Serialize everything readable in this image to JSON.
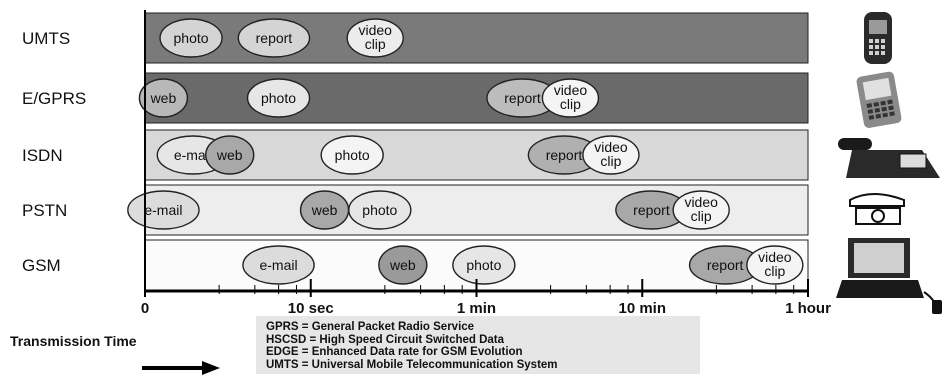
{
  "rows": [
    {
      "label": "UMTS",
      "fill": "#7a7a7a",
      "bubbles": [
        {
          "text": [
            "photo"
          ],
          "color": "#d4d4d4",
          "offset": 0.5
        },
        {
          "text": [
            "report"
          ],
          "color": "#d4d4d4",
          "offset": 1.4
        },
        {
          "text": [
            "video",
            "clip"
          ],
          "color": "#ececec",
          "offset": 2.5
        }
      ]
    },
    {
      "label": "E/GPRS",
      "fill": "#6a6a6a",
      "bubbles": [
        {
          "text": [
            "web"
          ],
          "color": "#b8b8b8",
          "offset": 0.2
        },
        {
          "text": [
            "photo"
          ],
          "color": "#e6e6e6",
          "offset": 1.45
        },
        {
          "text": [
            "report"
          ],
          "color": "#bcbcbc",
          "offset": 4.1
        },
        {
          "text": [
            "video",
            "clip"
          ],
          "color": "#f4f4f4",
          "offset": 4.62
        }
      ]
    },
    {
      "label": "ISDN",
      "fill": "#d8d8d8",
      "bubbles": [
        {
          "text": [
            "e-mail"
          ],
          "color": "#e6e6e6",
          "offset": 0.52
        },
        {
          "text": [
            "web"
          ],
          "color": "#a8a8a8",
          "offset": 0.92
        },
        {
          "text": [
            "photo"
          ],
          "color": "#f4f4f4",
          "offset": 2.25
        },
        {
          "text": [
            "report"
          ],
          "color": "#b0b0b0",
          "offset": 4.55
        },
        {
          "text": [
            "video",
            "clip"
          ],
          "color": "#f4f4f4",
          "offset": 5.06
        }
      ]
    },
    {
      "label": "PSTN",
      "fill": "#ededed",
      "bubbles": [
        {
          "text": [
            "e-mail"
          ],
          "color": "#dcdcdc",
          "offset": 0.2
        },
        {
          "text": [
            "web"
          ],
          "color": "#a8a8a8",
          "offset": 1.95
        },
        {
          "text": [
            "photo"
          ],
          "color": "#e6e6e6",
          "offset": 2.55
        },
        {
          "text": [
            "report"
          ],
          "color": "#a8a8a8",
          "offset": 5.5
        },
        {
          "text": [
            "video",
            "clip"
          ],
          "color": "#f4f4f4",
          "offset": 6.04
        }
      ]
    },
    {
      "label": "GSM",
      "fill": "#fbfbfb",
      "bubbles": [
        {
          "text": [
            "e-mail"
          ],
          "color": "#dcdcdc",
          "offset": 1.45
        },
        {
          "text": [
            "web"
          ],
          "color": "#9a9a9a",
          "offset": 2.8
        },
        {
          "text": [
            "photo"
          ],
          "color": "#e6e6e6",
          "offset": 3.68
        },
        {
          "text": [
            "report"
          ],
          "color": "#a8a8a8",
          "offset": 6.3
        },
        {
          "text": [
            "video",
            "clip"
          ],
          "color": "#f4f4f4",
          "offset": 6.84
        }
      ]
    }
  ],
  "axis": {
    "ticks": [
      "0",
      "10 sec",
      "1 min",
      "10 min",
      "1 hour"
    ],
    "minor_per_decade": 5
  },
  "legend": [
    "GPRS = General Packet Radio Service",
    "HSCSD = High Speed Circuit Switched Data",
    "EDGE = Enhanced Data rate for GSM Evolution",
    "UMTS = Universal Mobile Telecommunication System"
  ],
  "transmission_label": "Transmission Time",
  "device_icons": [
    "mobile-phone-icon",
    "pda-icon",
    "desk-phone-icon",
    "rotary-phone-icon",
    "laptop-icon"
  ]
}
